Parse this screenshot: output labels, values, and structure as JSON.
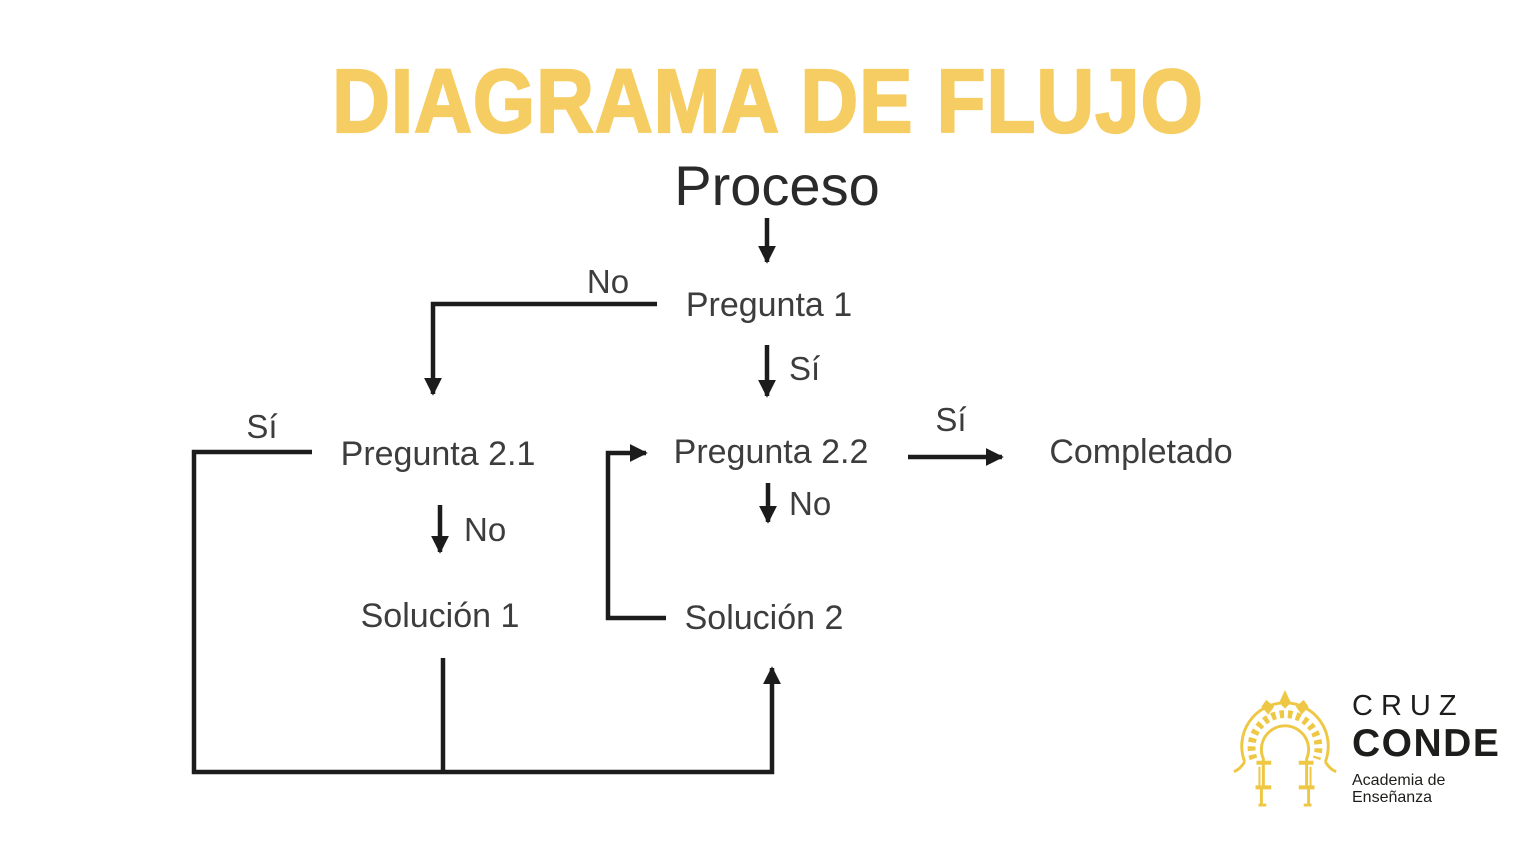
{
  "title": "DIAGRAMA DE FLUJO",
  "colors": {
    "title_yellow": "#F5CD62",
    "logo_yellow": "#EEC844",
    "line": "#1c1c1c",
    "text": "#3d3d3d",
    "background": "#ffffff"
  },
  "nodes": {
    "proceso": "Proceso",
    "pregunta1": "Pregunta 1",
    "pregunta21": "Pregunta 2.1",
    "pregunta22": "Pregunta 2.2",
    "solucion1": "Solución 1",
    "solucion2": "Solución 2",
    "completado": "Completado"
  },
  "edge_labels": {
    "pregunta1_no": "No",
    "pregunta1_si": "Sí",
    "pregunta21_si": "Sí",
    "pregunta21_no": "No",
    "pregunta22_si": "Sí",
    "pregunta22_no": "No"
  },
  "logo": {
    "icon": "mezquita-arch-icon",
    "line1": "CRUZ",
    "line2": "CONDE",
    "line3": "Academia de Enseñanza"
  }
}
